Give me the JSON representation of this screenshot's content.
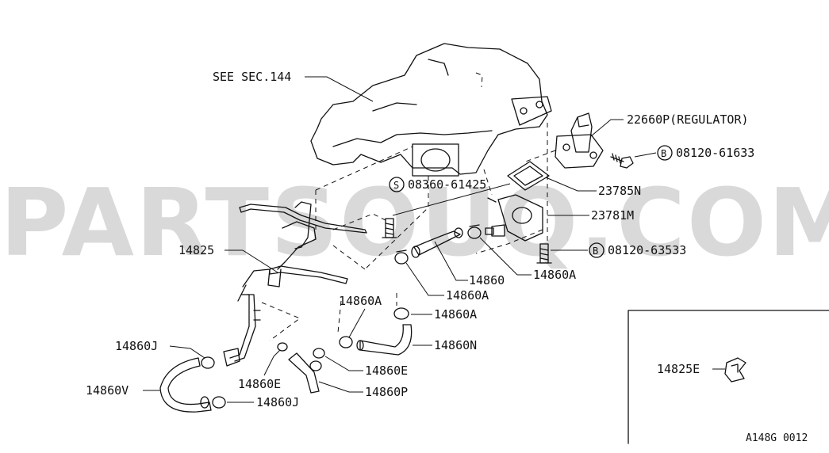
{
  "watermark": "PARTSOUQ.COM",
  "diagram_code": "A148G 0012",
  "colors": {
    "line": "#111111",
    "watermark": "#c9c9c9",
    "background": "#ffffff"
  },
  "callouts": {
    "see_sec": "SEE SEC.144",
    "regulator": "22660P(REGULATOR)",
    "bolt_b1_prefix": "B",
    "bolt_b1": "08120-61633",
    "screw_s_prefix": "S",
    "screw_s": "08360-61425",
    "gasket": "23785N",
    "housing": "23781M",
    "bolt_b2_prefix": "B",
    "bolt_b2": "08120-63533",
    "pipe": "14825",
    "hose_14860": "14860",
    "clamp_a1": "14860A",
    "clamp_a2": "14860A",
    "clamp_a3": "14860A",
    "clamp_a4": "14860A",
    "hose_n": "14860N",
    "clamp_j1": "14860J",
    "hose_v": "14860V",
    "clamp_e1": "14860E",
    "clamp_e2": "14860E",
    "hose_p": "14860P",
    "clamp_j2": "14860J",
    "clip_inset": "14825E"
  }
}
